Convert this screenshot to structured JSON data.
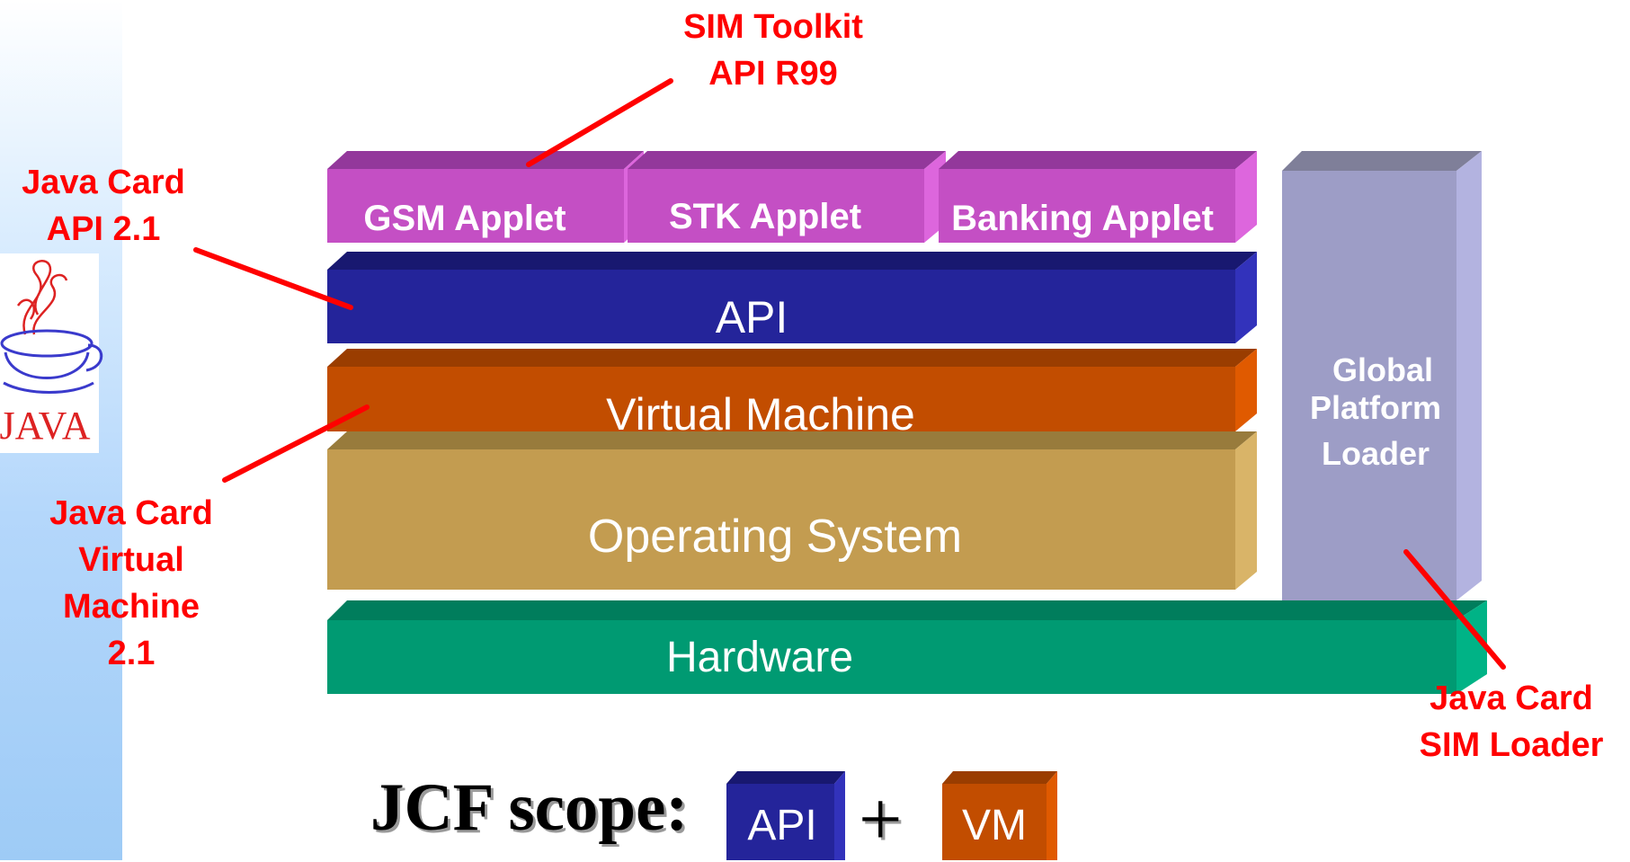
{
  "layers": {
    "gsm_applet": "GSM Applet",
    "stk_applet": "STK Applet",
    "banking_applet": "Banking Applet",
    "api": "API",
    "virtual_machine": "Virtual Machine",
    "operating_system": "Operating System",
    "hardware": "Hardware",
    "loader_line1": "Global",
    "loader_line2": "Platform",
    "loader_line3": "Loader"
  },
  "callouts": {
    "sim_toolkit": [
      "SIM Toolkit",
      "API R99"
    ],
    "jc_api": [
      "Java Card",
      "API 2.1"
    ],
    "jc_vm": [
      "Java Card",
      "Virtual",
      "Machine",
      "2.1"
    ],
    "jc_sim_loader": [
      "Java Card",
      "SIM Loader"
    ]
  },
  "scope": {
    "title": "JCF scope:",
    "api": "API",
    "plus": "+",
    "vm": "VM"
  },
  "logo": {
    "text": "JAVA"
  },
  "colors": {
    "applet": "#c44fc4",
    "api": "#24249a",
    "vm": "#c24d00",
    "os": "#c39c50",
    "hardware": "#009a72",
    "loader": "#9a9ac4",
    "callout": "#ff0000"
  }
}
